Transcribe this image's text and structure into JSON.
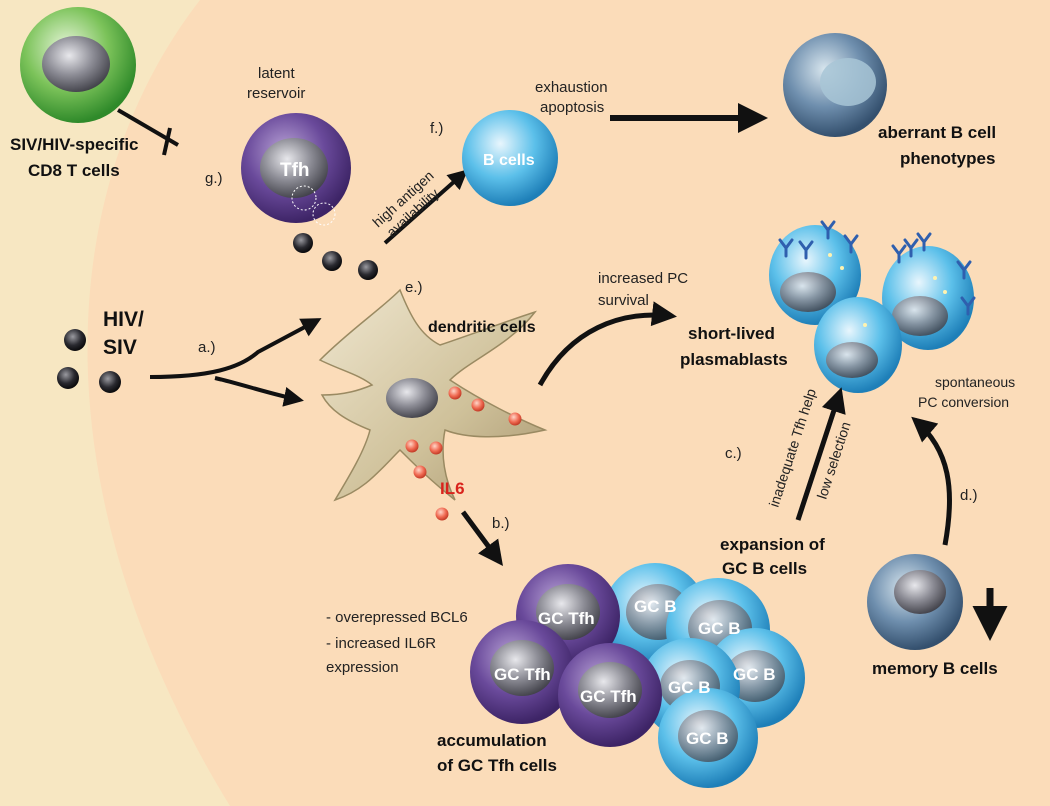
{
  "labels": {
    "cd8_line1": "SIV/HIV-specific",
    "cd8_line2": "CD8 T cells",
    "g": "g.)",
    "latent_line1": "latent",
    "latent_line2": "reservoir",
    "tfh": "Tfh",
    "f": "f.)",
    "exhaustion": "exhaustion",
    "apoptosis": "apoptosis",
    "b_cells": "B cells",
    "aberrant_line1": "aberrant B cell",
    "aberrant_line2": "phenotypes",
    "high_antigen_line1": "high antigen",
    "high_antigen_line2": "availability",
    "e": "e.)",
    "hiv_line1": "HIV/",
    "hiv_line2": "SIV",
    "a": "a.)",
    "dendritic": "dendritic cells",
    "pc_survival_line1": "increased PC",
    "pc_survival_line2": "survival",
    "plasmablasts_line1": "short-lived",
    "plasmablasts_line2": "plasmablasts",
    "spont_line1": "spontaneous",
    "spont_line2": "PC conversion",
    "c": "c.)",
    "inadequate": "inadequate Tfh help",
    "low_selection": "low selection",
    "d": "d.)",
    "il6": "IL6",
    "b": "b.)",
    "expansion_line1": "expansion of",
    "expansion_line2": "GC B cells",
    "bcl6": "- overepressed BCL6",
    "il6r_line1": "- increased IL6R",
    "il6r_line2": "expression",
    "gc_tfh": "GC Tfh",
    "gc_b": "GC B",
    "memory": "memory B cells",
    "accum_line1": "accumulation",
    "accum_line2": "of GC Tfh cells"
  },
  "colors": {
    "background_outer": "#f7e7c2",
    "background_inner": "#fbdcb9",
    "tfh_purple": "#5b3a8c",
    "b_cell_blue": "#3aa6dc",
    "cd8_green": "#4aa63a",
    "il6_red": "#d9231c",
    "arrow": "#111111"
  }
}
